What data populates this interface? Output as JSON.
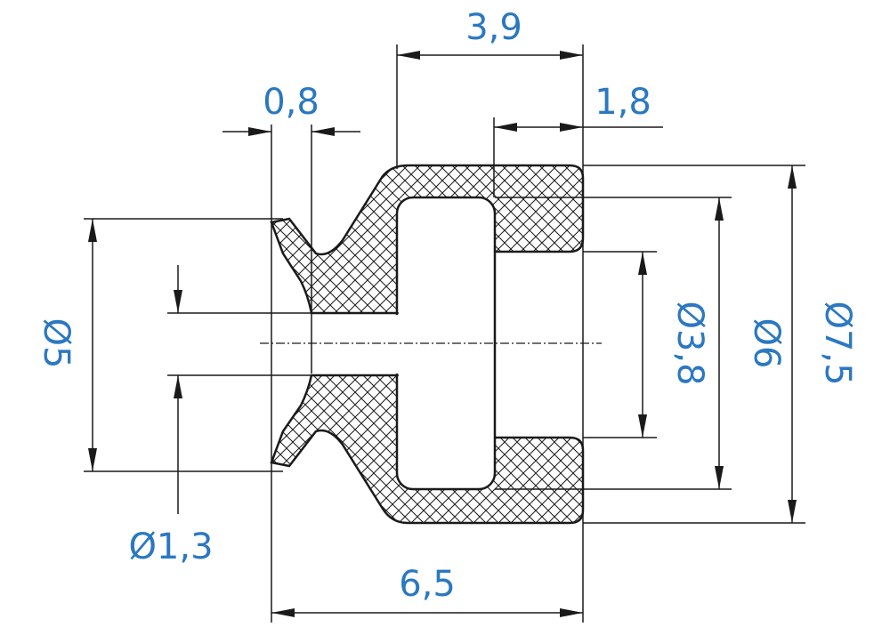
{
  "dimensions": {
    "top_width": "3,9",
    "lip_thickness": "0,8",
    "right_width": "1,8",
    "left_diameter": "Ø5",
    "hole_diameter": "Ø1,3",
    "overall_length": "6,5",
    "inner_diameter": "Ø3,8",
    "mid_diameter": "Ø6",
    "outer_diameter": "Ø7,5"
  },
  "colors": {
    "dimension_text": "#2b78c2",
    "line": "#1a1a1a",
    "background": "#ffffff"
  }
}
